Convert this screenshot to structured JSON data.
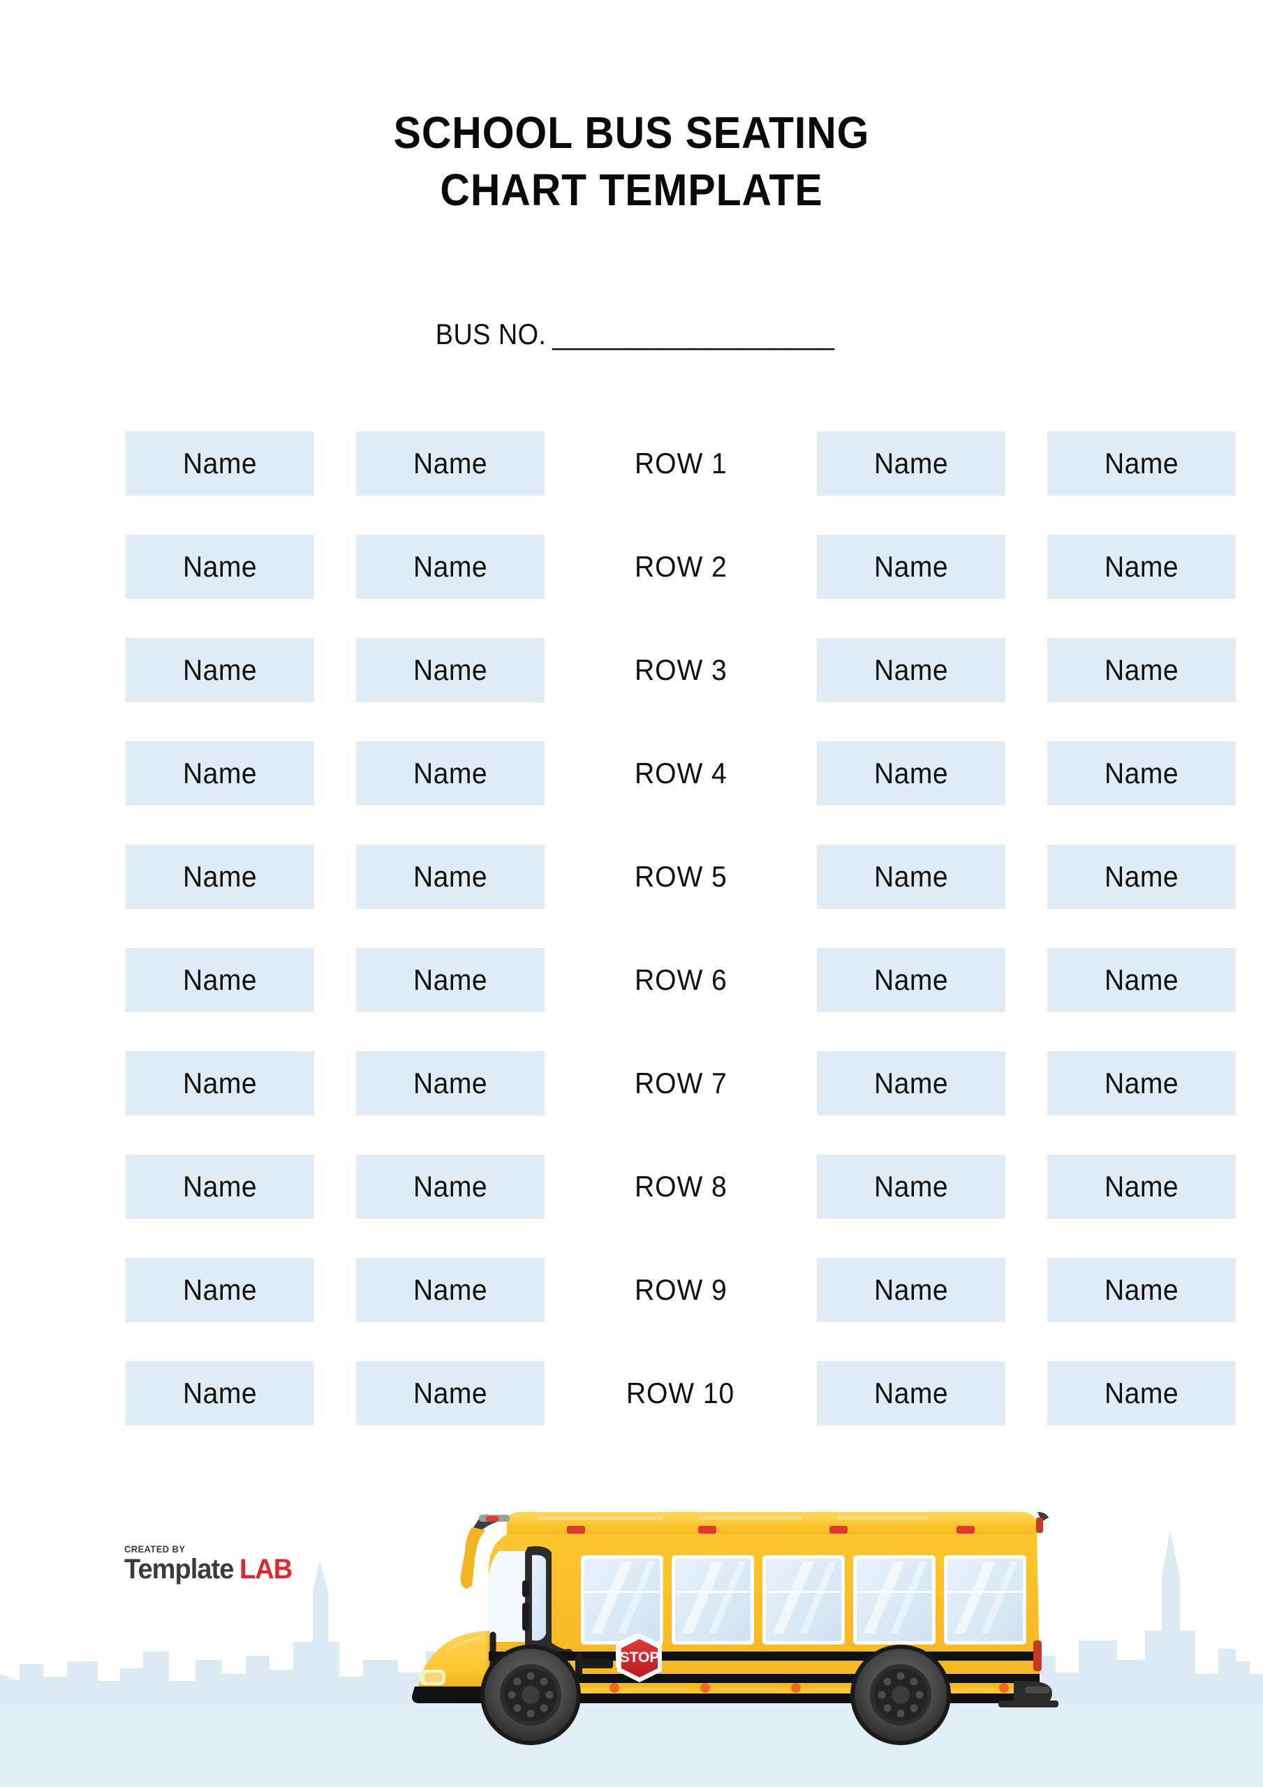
{
  "document": {
    "title_lines": [
      "SCHOOL BUS SEATING",
      "CHART TEMPLATE"
    ],
    "bus_no_label": "BUS NO.",
    "bus_no_blank": "__________________"
  },
  "colors": {
    "seat_box": "#dfecf5",
    "skyline": "#dceaf4",
    "ground_band": "#e2eef5",
    "bus_yellow": "#fdc52e",
    "bus_yellow_dark": "#f0a91f",
    "bus_black": "#111111",
    "stop_red": "#d0232b",
    "text": "#111111",
    "logo_dark": "#3b3b3b",
    "logo_red": "#e1262c"
  },
  "seating_chart": {
    "columns": [
      "Name",
      "Name",
      "ROW",
      "Name",
      "Name"
    ],
    "seat_placeholder": "Name",
    "row_label_prefix": "ROW",
    "rows": [
      {
        "label": "ROW 1",
        "seats": [
          "Name",
          "Name",
          "Name",
          "Name"
        ]
      },
      {
        "label": "ROW 2",
        "seats": [
          "Name",
          "Name",
          "Name",
          "Name"
        ]
      },
      {
        "label": "ROW 3",
        "seats": [
          "Name",
          "Name",
          "Name",
          "Name"
        ]
      },
      {
        "label": "ROW 4",
        "seats": [
          "Name",
          "Name",
          "Name",
          "Name"
        ]
      },
      {
        "label": "ROW 5",
        "seats": [
          "Name",
          "Name",
          "Name",
          "Name"
        ]
      },
      {
        "label": "ROW 6",
        "seats": [
          "Name",
          "Name",
          "Name",
          "Name"
        ]
      },
      {
        "label": "ROW 7",
        "seats": [
          "Name",
          "Name",
          "Name",
          "Name"
        ]
      },
      {
        "label": "ROW 8",
        "seats": [
          "Name",
          "Name",
          "Name",
          "Name"
        ]
      },
      {
        "label": "ROW 9",
        "seats": [
          "Name",
          "Name",
          "Name",
          "Name"
        ]
      },
      {
        "label": "ROW 10",
        "seats": [
          "Name",
          "Name",
          "Name",
          "Name"
        ]
      }
    ]
  },
  "illustration": {
    "vehicle": "school-bus",
    "stop_sign_text": "STOP",
    "window_count": 7,
    "wheel_count": 2,
    "background": "city-skyline"
  },
  "logo": {
    "created_by": "CREATED BY",
    "brand_first": "Template",
    "brand_second": "LAB"
  }
}
